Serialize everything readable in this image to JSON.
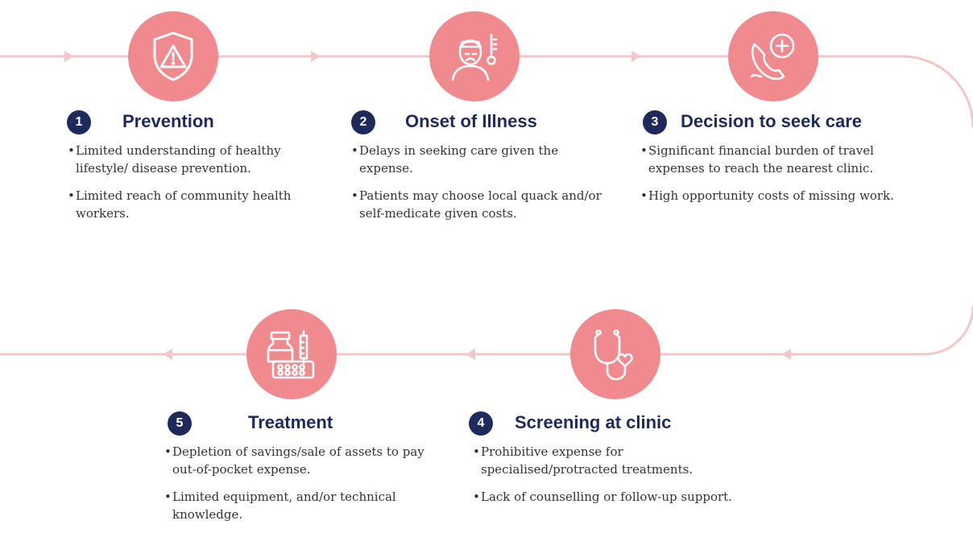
{
  "colors": {
    "accent": "#f08a8f",
    "line": "#f1c7c9",
    "badge": "#1f2a5c"
  },
  "steps": [
    {
      "num": "1",
      "title": "Prevention",
      "icon": "shield-warning-icon",
      "bullets": [
        "Limited understanding of healthy lifestyle/ disease prevention.",
        "Limited reach of community health workers."
      ]
    },
    {
      "num": "2",
      "title": "Onset of Illness",
      "icon": "sick-person-thermometer-icon",
      "bullets": [
        "Delays in seeking care given the expense.",
        "Patients may choose local quack and/or self-medicate given costs."
      ]
    },
    {
      "num": "3",
      "title": "Decision to seek care",
      "icon": "medical-phone-call-icon",
      "bullets": [
        "Significant financial burden of travel expenses to reach the nearest clinic.",
        "High opportunity costs of missing work."
      ]
    },
    {
      "num": "4",
      "title": "Screening at clinic",
      "icon": "stethoscope-icon",
      "bullets": [
        "Prohibitive expense for specialised/protracted treatments.",
        "Lack of counselling or follow-up support."
      ]
    },
    {
      "num": "5",
      "title": "Treatment",
      "icon": "medicine-bottle-pills-icon",
      "bullets": [
        "Depletion of savings/sale of assets to pay out-of-pocket expense.",
        "Limited equipment, and/or technical knowledge."
      ]
    }
  ]
}
